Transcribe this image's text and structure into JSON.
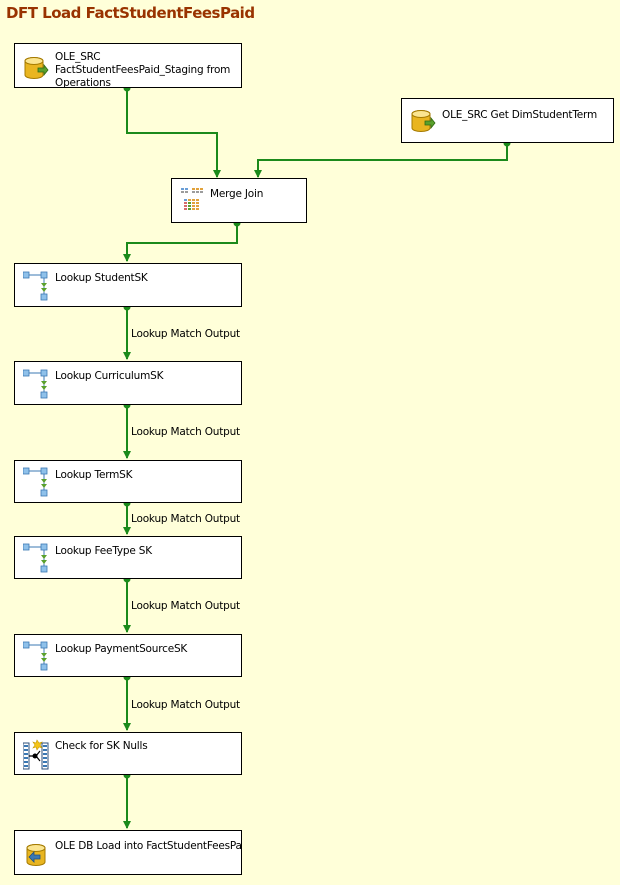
{
  "title": "DFT Load FactStudentFeesPaid",
  "colors": {
    "background": "#ffffd9",
    "title": "#993300",
    "path": "#1b8a1b",
    "node_border": "#000000"
  },
  "components": {
    "ole_src_staging": {
      "label": "OLE_SRC FactStudentFeesPaid_Staging from Operations",
      "icon": "database-source-icon"
    },
    "ole_src_dimstudentterm": {
      "label": "OLE_SRC Get DimStudentTerm",
      "icon": "database-source-icon"
    },
    "merge_join": {
      "label": "Merge Join",
      "icon": "merge-join-icon"
    },
    "lookup_student": {
      "label": "Lookup StudentSK",
      "icon": "lookup-icon"
    },
    "lookup_curriculum": {
      "label": "Lookup CurriculumSK",
      "icon": "lookup-icon"
    },
    "lookup_term": {
      "label": "Lookup TermSK",
      "icon": "lookup-icon"
    },
    "lookup_feetype": {
      "label": "Lookup FeeType SK",
      "icon": "lookup-icon"
    },
    "lookup_paymentsource": {
      "label": "Lookup PaymentSourceSK",
      "icon": "lookup-icon"
    },
    "check_nulls": {
      "label": "Check for SK Nulls",
      "icon": "conditional-split-icon"
    },
    "ole_dest": {
      "label": "OLE DB Load into FactStudentFeesPaid",
      "icon": "database-destination-icon"
    }
  },
  "paths": {
    "student_to_curriculum": "Lookup Match Output",
    "curriculum_to_term": "Lookup Match Output",
    "term_to_feetype": "Lookup Match Output",
    "feetype_to_paymentsource": "Lookup Match Output",
    "paymentsource_to_check": "Lookup Match Output"
  }
}
